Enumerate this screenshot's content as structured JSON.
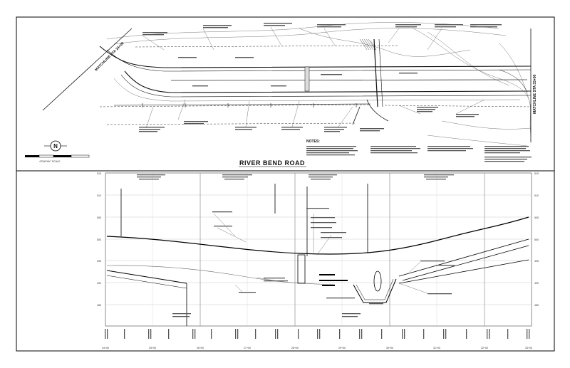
{
  "sheet": {
    "plan_title": "RIVER BEND ROAD",
    "north_arrow_letter": "N",
    "notes_heading": "NOTES:",
    "match_left": "MATCHLINE STA 24+00",
    "match_right": "MATCHLINE STA 33+00",
    "scale_label": "GRAPHIC SCALE"
  },
  "colors": {
    "ink": "#000000",
    "linework": "#222222",
    "light": "#9a9a9a",
    "grid": "#b8b8b8",
    "paper": "#ffffff"
  },
  "profile": {
    "elevation_labels_left": [
      "515",
      "510",
      "505",
      "500",
      "495",
      "490",
      "485"
    ],
    "elevation_labels_right": [
      "515",
      "510",
      "505",
      "500",
      "495",
      "490",
      "485"
    ],
    "station_labels": [
      "24+00",
      "25+00",
      "26+00",
      "27+00",
      "28+00",
      "29+00",
      "30+00",
      "31+00",
      "32+00",
      "33+00"
    ]
  }
}
